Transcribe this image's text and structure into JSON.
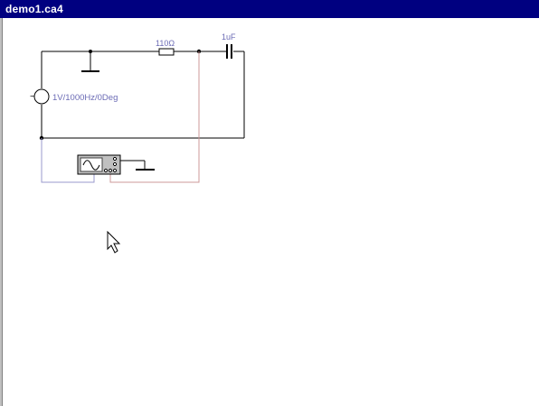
{
  "window": {
    "title": "demo1.ca4"
  },
  "circuit": {
    "resistor_label": "110Ω",
    "capacitor_label": "1uF",
    "source_label": "1V/1000Hz/0Deg",
    "source_symbol": "~"
  },
  "colors": {
    "titlebar": "#000080",
    "wire": "#000000",
    "label": "#6b6bb5",
    "probe_a": "#9999cc",
    "probe_b": "#cc9999"
  },
  "icons": {
    "cursor": "arrow-cursor-icon",
    "oscilloscope": "oscilloscope-icon",
    "ground": "ground-icon"
  }
}
